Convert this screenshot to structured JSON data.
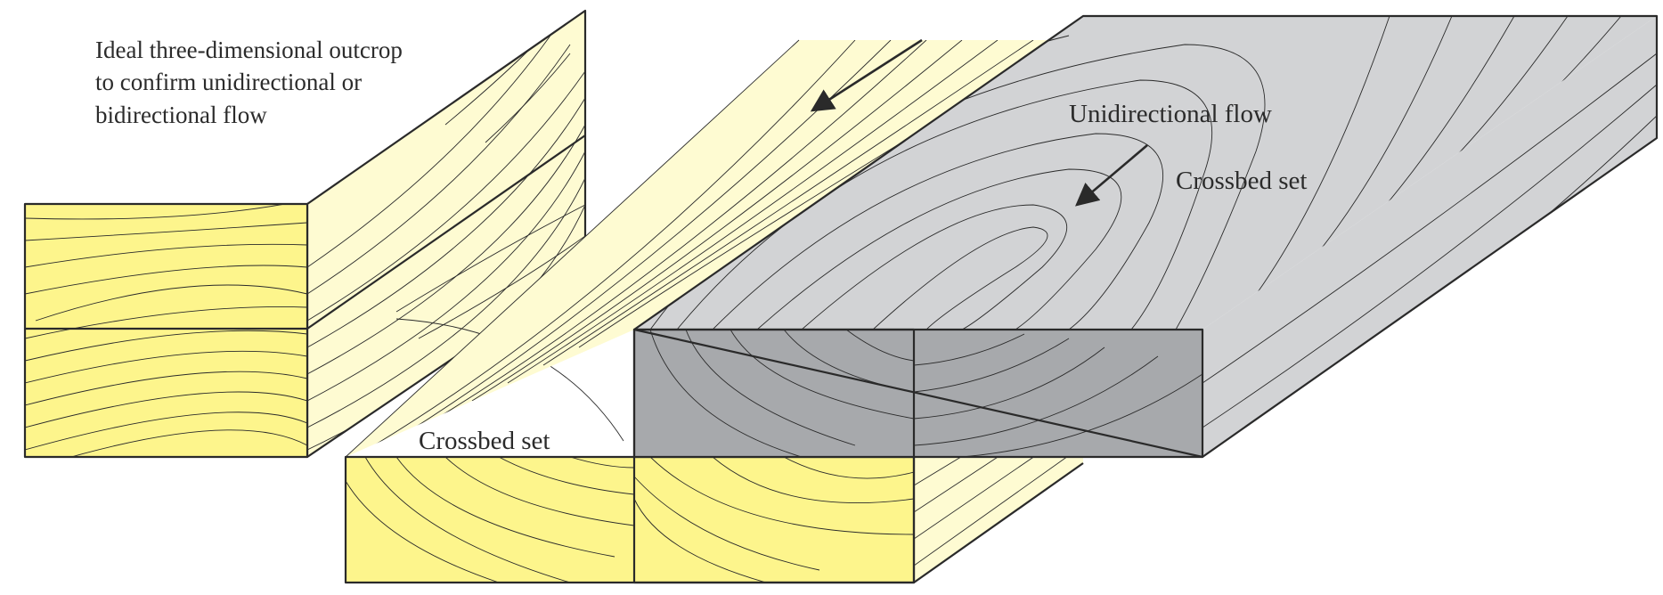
{
  "caption": {
    "line1": "Ideal three-dimensional outcrop",
    "line2": "to confirm unidirectional or",
    "line3": "bidirectional flow"
  },
  "labels": {
    "unidirectional_flow": "Unidirectional flow",
    "crossbed_set_upper": "Crossbed set",
    "crossbed_set_lower": "Crossbed set"
  },
  "colors": {
    "yellow_front": "#fdf58c",
    "yellow_side": "#fefbd2",
    "grey_top": "#d2d3d5",
    "grey_front": "#a7a9ac",
    "outline": "#2a2a2a"
  }
}
